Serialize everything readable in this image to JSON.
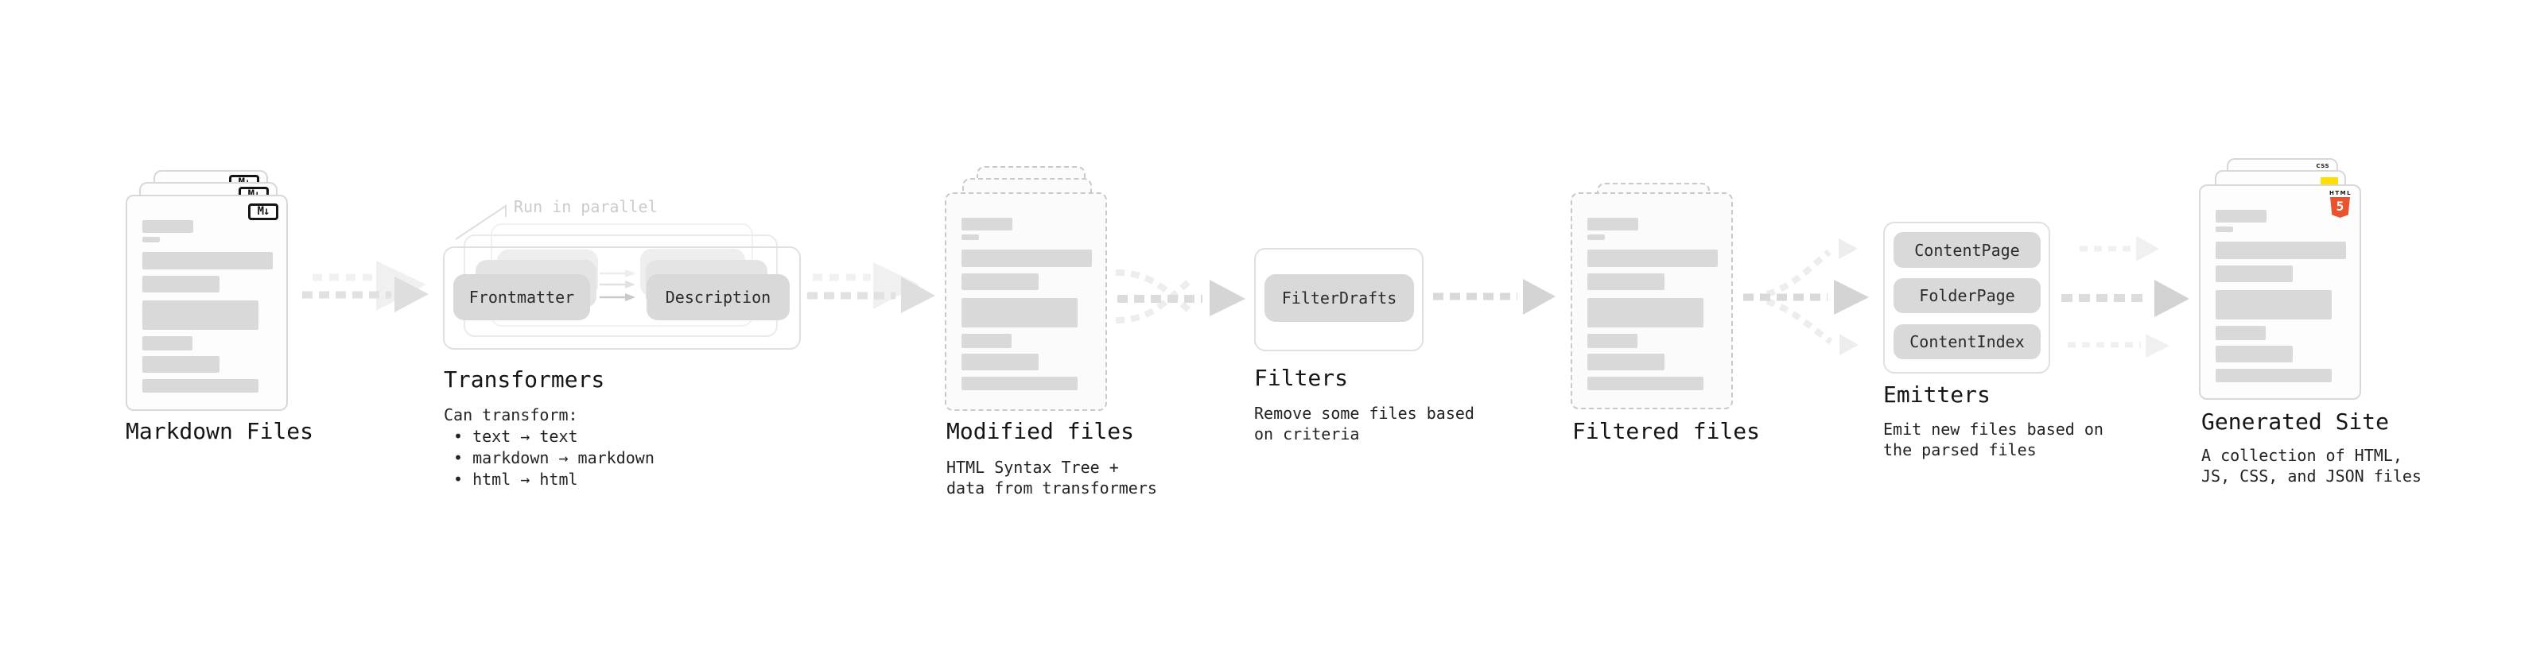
{
  "palette": {
    "doc_bar_gray": "#d9d9d9",
    "pill_gray": "#d9d9d9",
    "arrow_gray": "#d5d5d5",
    "arrow_light_gray": "#eeeeee",
    "annotation_gray": "#cbcbcb",
    "js_badge_yellow": "#ffdf00",
    "css_badge_blue": "#2b63e8",
    "html5_orange": "#e8542f"
  },
  "nodes": {
    "markdown_files": {
      "title": "Markdown Files",
      "file_badge": "M↓"
    },
    "transformers": {
      "title": "Transformers",
      "annotation": "Run in parallel",
      "input_pill": "Frontmatter",
      "output_pill": "Description",
      "caption_heading": "Can transform:",
      "bullet_1": "• text → text",
      "bullet_2": "• markdown → markdown",
      "bullet_3": "• html → html"
    },
    "modified_files": {
      "title": "Modified files",
      "caption_line_1": "HTML Syntax Tree +",
      "caption_line_2": "data from transformers"
    },
    "filters": {
      "title": "Filters",
      "pill": "FilterDrafts",
      "caption_line_1": "Remove some files based",
      "caption_line_2": "on criteria"
    },
    "filtered_files": {
      "title": "Filtered files"
    },
    "emitters": {
      "title": "Emitters",
      "pills": [
        "ContentPage",
        "FolderPage",
        "ContentIndex"
      ],
      "caption_line_1": "Emit new files based on",
      "caption_line_2": "the parsed files"
    },
    "generated_site": {
      "title": "Generated Site",
      "caption_line_1": "A collection of HTML,",
      "caption_line_2": "JS, CSS, and JSON files",
      "html5_badge_word": "HTML",
      "html5_badge_number": "5",
      "css_badge": "CSS"
    }
  }
}
